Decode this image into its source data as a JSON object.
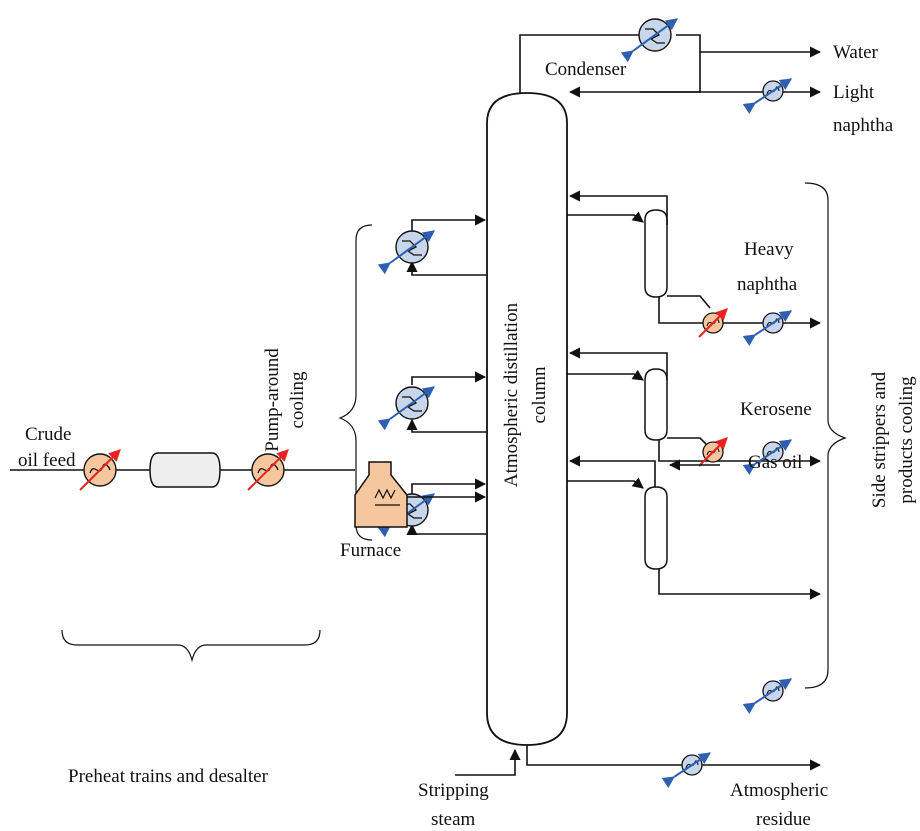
{
  "labels": {
    "water": "Water",
    "light_naphtha_1": "Light",
    "light_naphtha_2": "naphtha",
    "condenser": "Condenser",
    "heavy_naphtha_1": "Heavy",
    "heavy_naphtha_2": "naphtha",
    "kerosene": "Kerosene",
    "gas_oil": "Gas oil",
    "column_1": "Atmospheric distillation",
    "column_2": "column",
    "pumparound_1": "Pump-around",
    "pumparound_2": "cooling",
    "side_1": "Side strippers and",
    "side_2": "products cooling",
    "crude_1": "Crude",
    "crude_2": "oil feed",
    "furnace": "Furnace",
    "preheat": "Preheat trains and desalter",
    "stripping_1": "Stripping",
    "stripping_2": "steam",
    "residue_1": "Atmospheric",
    "residue_2": "residue"
  },
  "colors": {
    "cooler_fill": "#c7d6ea",
    "heater_fill": "#f6c79e",
    "furnace_fill": "#f6c79e",
    "cold_arrow": "#2f5fb0",
    "hot_arrow": "#e8231f",
    "line": "#111111"
  },
  "icons": {
    "cooler": "heat-exchanger-cooling-icon",
    "heater": "heat-exchanger-heating-icon",
    "furnace": "furnace-icon",
    "desalter": "desalter-vessel-icon",
    "stripper": "side-stripper-icon"
  }
}
